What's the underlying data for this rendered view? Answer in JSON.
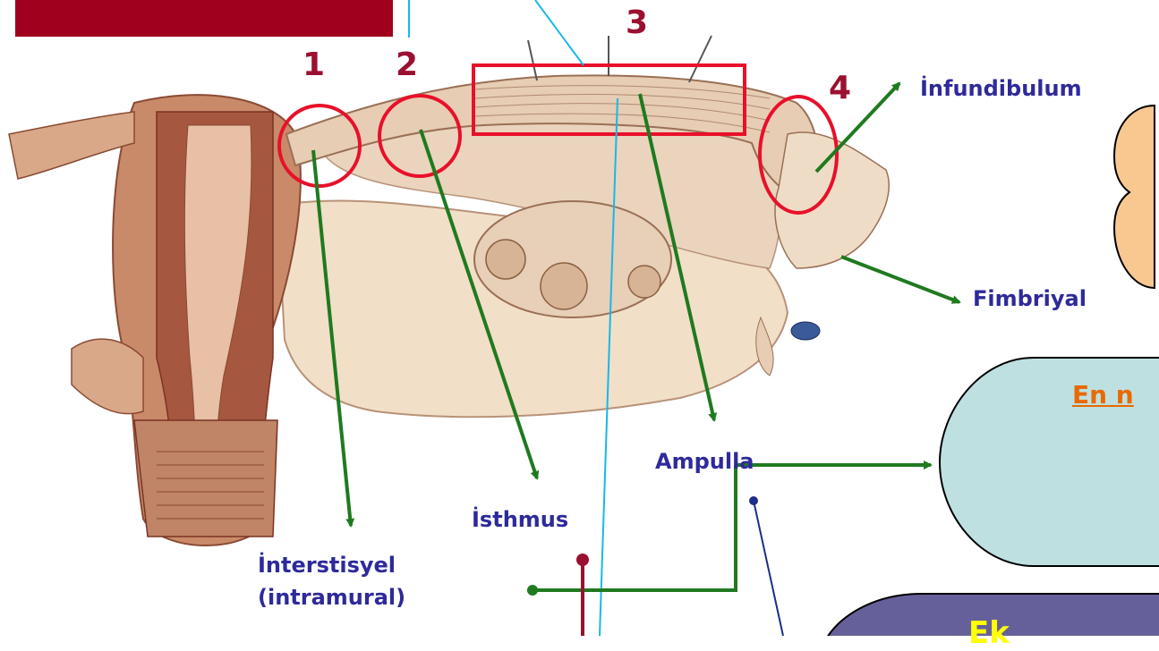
{
  "segments": {
    "n1": "1",
    "n2": "2",
    "n3": "3",
    "n4": "4"
  },
  "labels": {
    "infundibulum": "İnfundibulum",
    "fimbriyal": "Fimbriyal",
    "ampulla": "Ampulla",
    "isthmus": "İsthmus",
    "interstisyel_line1": "İnterstisyel",
    "interstisyel_line2": "(intramural)"
  },
  "boxes": {
    "en_partial": "En n",
    "ek_partial": "Ek"
  },
  "colors": {
    "title_bar": "#a0001e",
    "segment_number": "#9b1030",
    "label_text": "#2e2a9b",
    "callout_ring": "#e8102a",
    "arrow_green": "#1f7a1f",
    "line_cyan": "#18b8e8",
    "box_light_blue": "#bfe0e0",
    "box_purple": "#66609a",
    "box_orange": "#f8c890",
    "orange_text": "#e86a00",
    "yellow_text": "#ffff00"
  }
}
